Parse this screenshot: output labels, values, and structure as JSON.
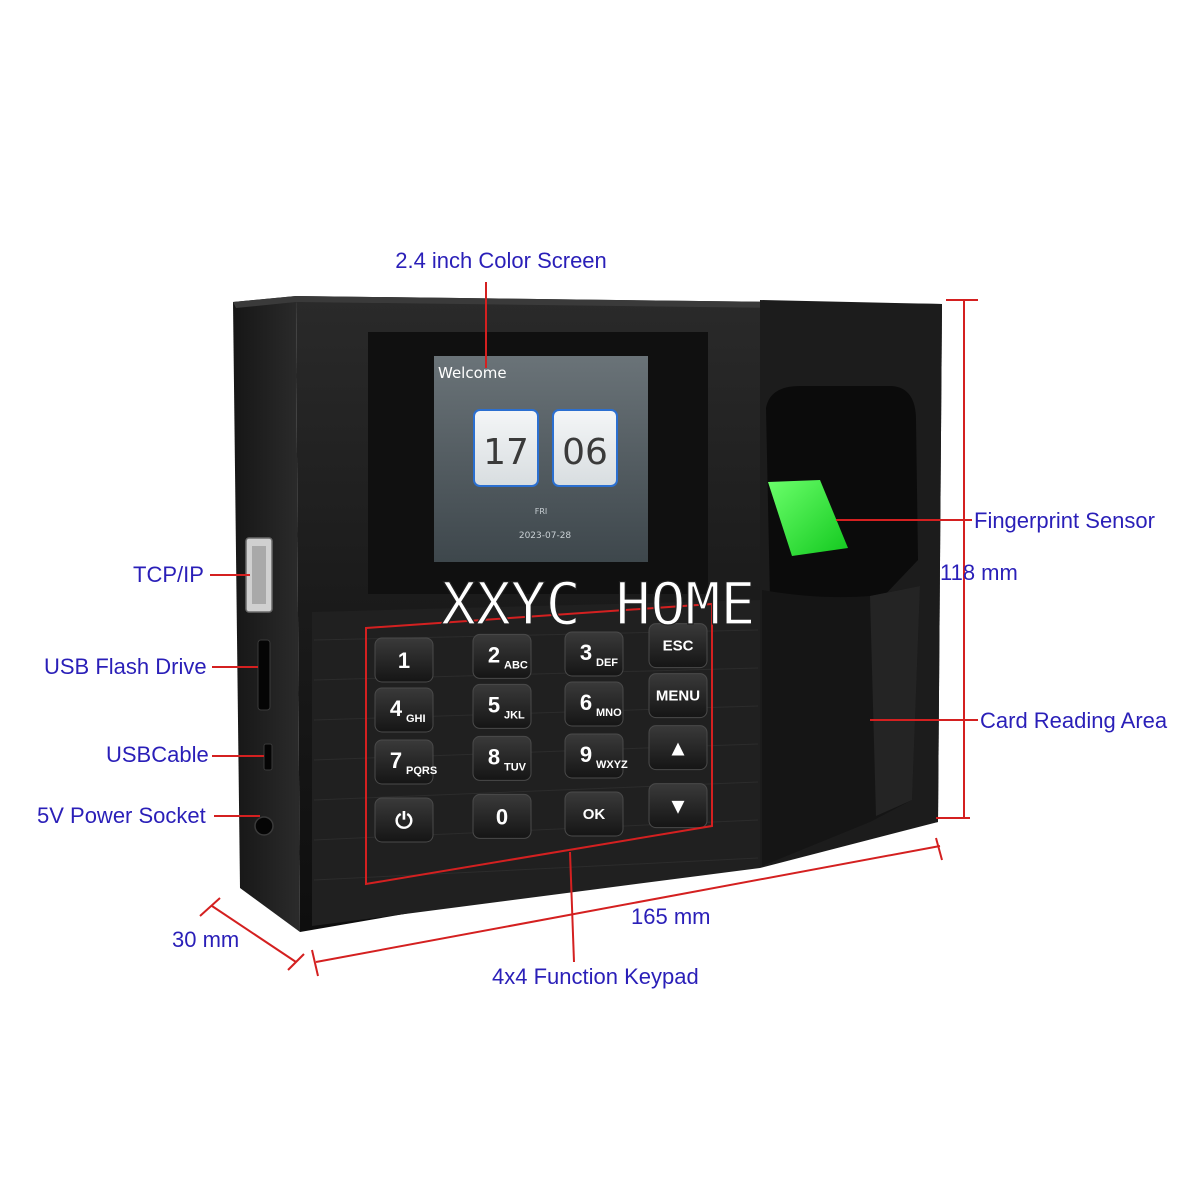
{
  "labels": {
    "screen": "2.4 inch Color Screen",
    "fingerprint": "Fingerprint Sensor",
    "height": "118 mm",
    "card": "Card Reading Area",
    "tcpip": "TCP/IP",
    "usb_flash": "USB Flash Drive",
    "usb_cable": "USBCable",
    "power": "5V Power Socket",
    "depth": "30 mm",
    "width": "165 mm",
    "keypad": "4x4 Function Keypad"
  },
  "lcd": {
    "greeting": "Welcome",
    "hour": "17",
    "minute": "06",
    "weekday": "FRI",
    "date": "2023-07-28"
  },
  "watermark": "XXYC HOME",
  "keys": [
    {
      "main": "1",
      "sub": ""
    },
    {
      "main": "2",
      "sub": "ABC"
    },
    {
      "main": "3",
      "sub": "DEF"
    },
    {
      "main": "ESC",
      "sub": ""
    },
    {
      "main": "4",
      "sub": "GHI"
    },
    {
      "main": "5",
      "sub": "JKL"
    },
    {
      "main": "6",
      "sub": "MNO"
    },
    {
      "main": "MENU",
      "sub": ""
    },
    {
      "main": "7",
      "sub": "PQRS"
    },
    {
      "main": "8",
      "sub": "TUV"
    },
    {
      "main": "9",
      "sub": "WXYZ"
    },
    {
      "main": "▲",
      "sub": ""
    },
    {
      "main": "⏻",
      "sub": ""
    },
    {
      "main": "0",
      "sub": ""
    },
    {
      "main": "OK",
      "sub": ""
    },
    {
      "main": "▼",
      "sub": ""
    }
  ],
  "colors": {
    "callout_text": "#2a1fb8",
    "callout_line": "#d42020",
    "device_body": "#1b1b1b",
    "sensor_glow": "#22e03a"
  }
}
